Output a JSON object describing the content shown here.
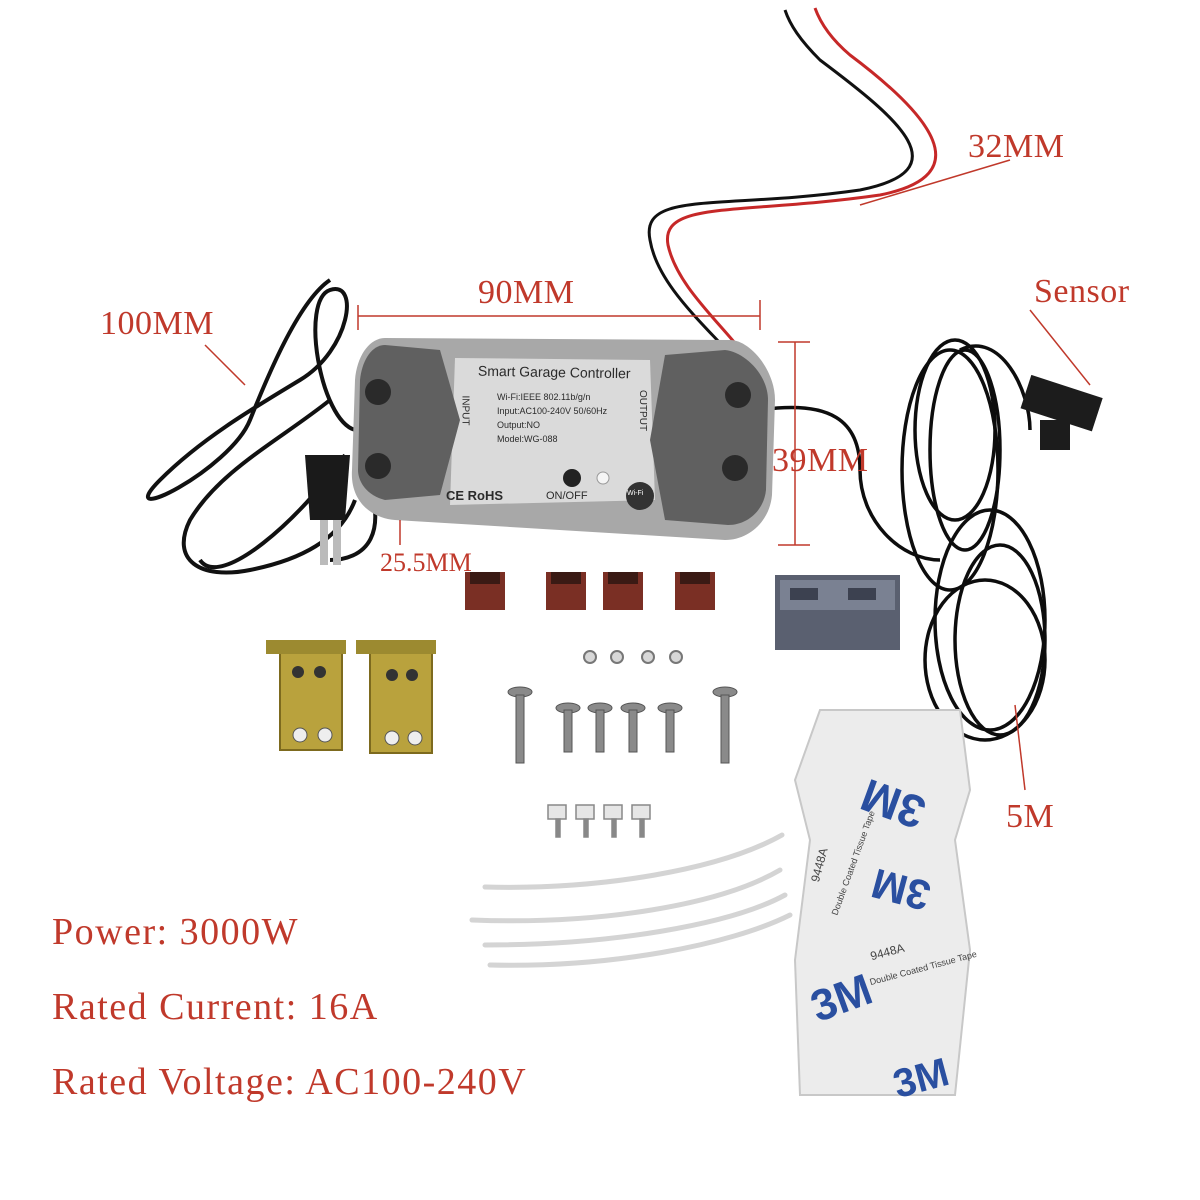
{
  "dimensions": {
    "wire_length": "32MM",
    "width": "90MM",
    "cord_length": "100MM",
    "height": "39MM",
    "depth": "25.5MM",
    "sensor_label": "Sensor",
    "sensor_cable": "5M"
  },
  "device": {
    "title": "Smart Garage Controller",
    "line1": "Wi-Fi:IEEE 802.11b/g/n",
    "line2": "Input:AC100-240V 50/60Hz",
    "line3": "Output:NO",
    "line4": "Model:WG-088",
    "input_label": "INPUT",
    "output_label": "OUTPUT",
    "cert": "CE RoHS",
    "switch": "ON/OFF",
    "wifi": "Wi-Fi"
  },
  "tape": {
    "brand": "3M",
    "model": "9448A",
    "desc": "Double Coated Tissue Tape"
  },
  "specs": {
    "power": "Power: 3000W",
    "current": "Rated Current: 16A",
    "voltage": "Rated Voltage: AC100-240V"
  },
  "colors": {
    "label_red": "#c0392b",
    "device_gray": "#9a9a9a",
    "device_dark": "#5e5e5e",
    "wire_red": "#c62828",
    "cable_black": "#111111",
    "bracket_brass": "#b9a23d",
    "pad_brown": "#7a2f24"
  }
}
